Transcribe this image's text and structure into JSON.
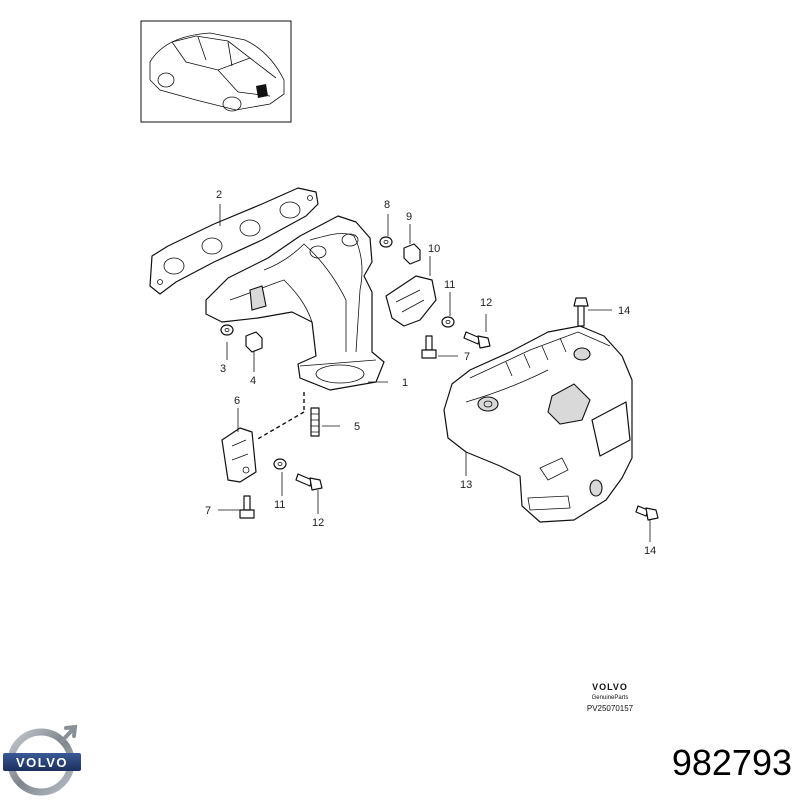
{
  "callouts": [
    {
      "id": "1",
      "label": "1"
    },
    {
      "id": "2",
      "label": "2"
    },
    {
      "id": "3",
      "label": "3"
    },
    {
      "id": "4",
      "label": "4"
    },
    {
      "id": "5",
      "label": "5"
    },
    {
      "id": "6",
      "label": "6"
    },
    {
      "id": "7a",
      "label": "7"
    },
    {
      "id": "7b",
      "label": "7"
    },
    {
      "id": "8",
      "label": "8"
    },
    {
      "id": "9",
      "label": "9"
    },
    {
      "id": "10",
      "label": "10"
    },
    {
      "id": "11a",
      "label": "11"
    },
    {
      "id": "11b",
      "label": "11"
    },
    {
      "id": "12a",
      "label": "12"
    },
    {
      "id": "12b",
      "label": "12"
    },
    {
      "id": "13",
      "label": "13"
    },
    {
      "id": "14a",
      "label": "14"
    },
    {
      "id": "14b",
      "label": "14"
    }
  ],
  "stamp": {
    "brand": "VOLVO",
    "subtitle": "GenuineParts",
    "code": "PV25070157"
  },
  "logo": {
    "text": "VOLVO"
  },
  "part_number": "982793"
}
